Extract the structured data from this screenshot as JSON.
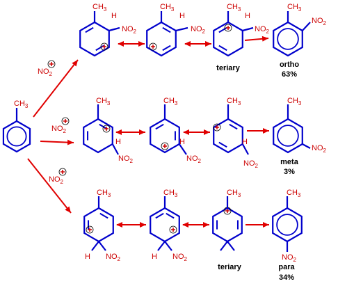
{
  "colors": {
    "ring": "#0000cc",
    "substituent": "#cc0000",
    "arrow": "#e00000",
    "caption": "#000000"
  },
  "labels": {
    "ch": "CH",
    "ch_sub": "3",
    "no": "NO",
    "no_sub": "2",
    "h": "H",
    "plus": "+"
  },
  "captions": {
    "ortho_tertiary": "teriary",
    "ortho_name": "ortho",
    "ortho_yield": "63%",
    "meta_name": "meta",
    "meta_yield": "3%",
    "para_tertiary": "teriary",
    "para_name": "para",
    "para_yield": "34%"
  }
}
